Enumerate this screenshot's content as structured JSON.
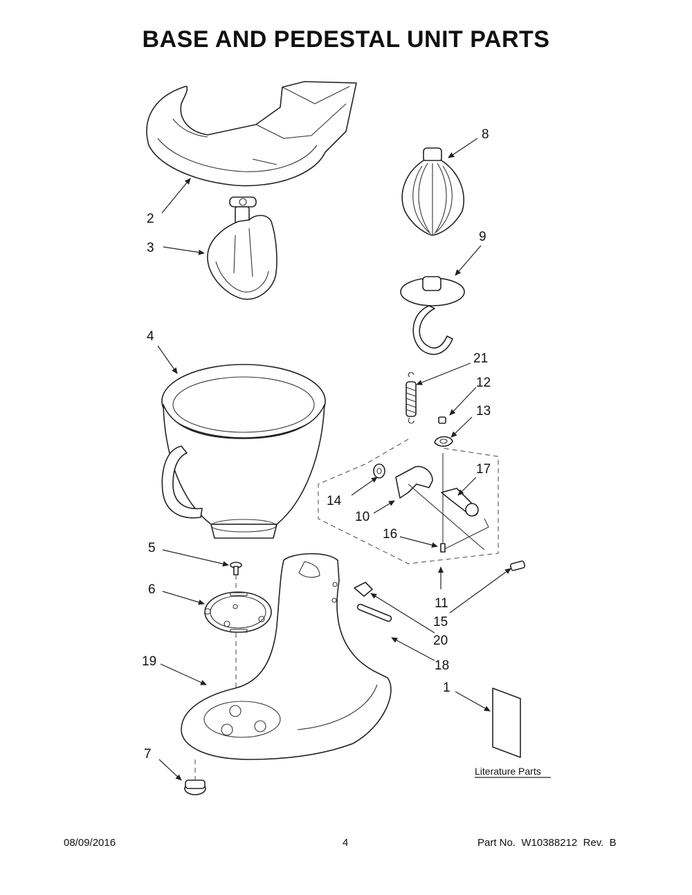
{
  "title": "BASE AND PEDESTAL UNIT PARTS",
  "callouts": [
    "1",
    "2",
    "3",
    "4",
    "5",
    "6",
    "7",
    "8",
    "9",
    "10",
    "11",
    "12",
    "13",
    "14",
    "15",
    "16",
    "17",
    "18",
    "19",
    "20",
    "21"
  ],
  "literature_label": "Literature Parts",
  "footer": {
    "date": "08/09/2016",
    "page": "4",
    "part_number": "Part No.  W10388212  Rev.  B"
  }
}
